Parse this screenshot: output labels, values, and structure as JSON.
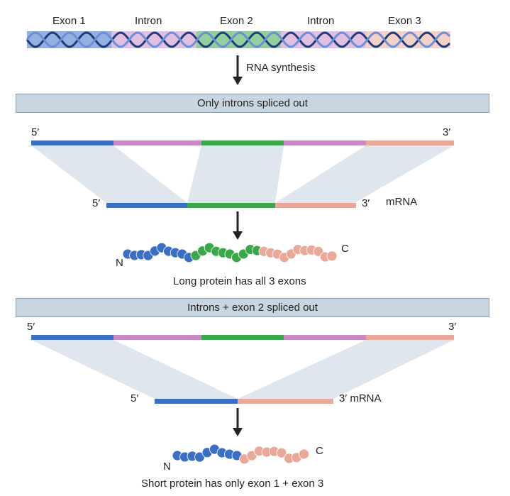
{
  "gene": {
    "segments": [
      {
        "label": "Exon 1",
        "color": "#3b6fc4"
      },
      {
        "label": "Intron",
        "color": "#c88ac6"
      },
      {
        "label": "Exon 2",
        "color": "#3aa84a"
      },
      {
        "label": "Intron",
        "color": "#c88ac6"
      },
      {
        "label": "Exon 3",
        "color": "#e9a99a"
      }
    ]
  },
  "step_label": "RNA synthesis",
  "panel1": {
    "banner": "Only introns  spliced out",
    "pre_five": "5′",
    "pre_three": "3′",
    "mrna_five": "5′",
    "mrna_three": "3′",
    "mrna_label": "mRNA",
    "n_label": "N",
    "c_label": "C",
    "caption": "Long protein has all 3 exons"
  },
  "panel2": {
    "banner": "Introns + exon 2  spliced out",
    "pre_five": "5′",
    "pre_three": "3′",
    "mrna_five": "5′",
    "mrna_three": "3′ mRNA",
    "n_label": "N",
    "c_label": "C",
    "caption": "Short protein has only exon 1 + exon 3"
  },
  "colors": {
    "exon1": "#3b6fc4",
    "intron": "#c88ac6",
    "exon2": "#3aa84a",
    "exon3": "#e9a99a",
    "banner": "#c9d6e2",
    "connector": "#dfe6ee"
  }
}
